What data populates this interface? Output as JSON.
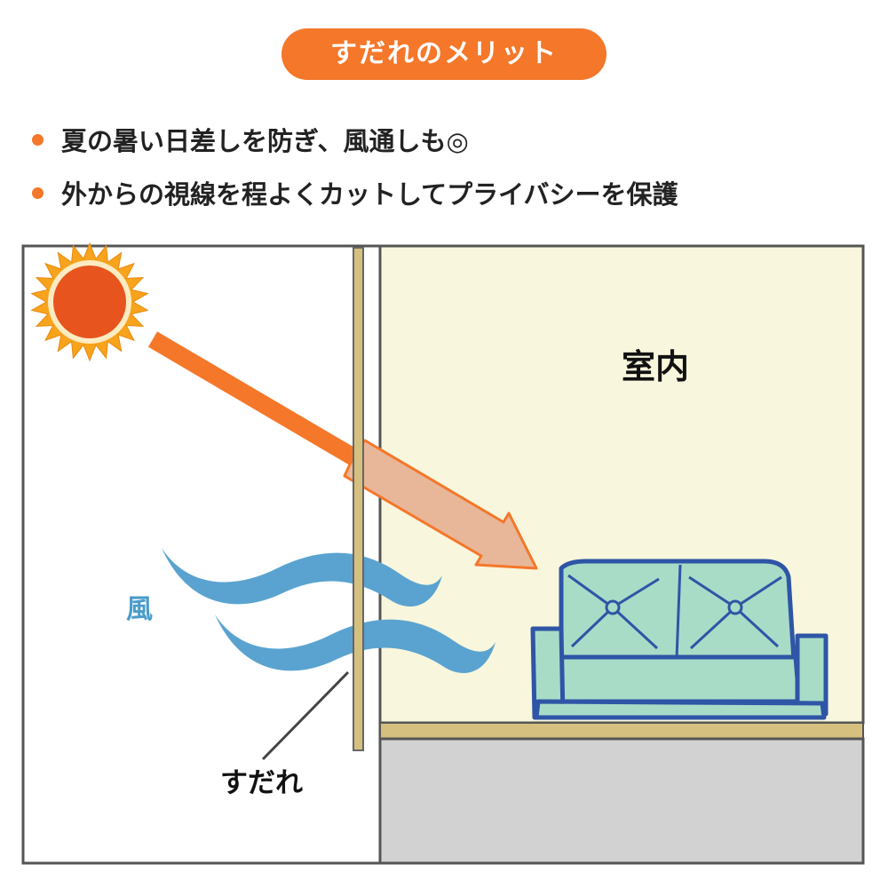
{
  "title": "すだれのメリット",
  "bullets": [
    "夏の暑い日差しを防ぎ、風通しも◎",
    "外からの視線を程よくカットしてプライバシーを保護"
  ],
  "labels": {
    "room": "室内",
    "wind": "風",
    "sudare": "すだれ"
  },
  "colors": {
    "accent": "#f4772a",
    "sun": "#e8541e",
    "sun_rays": "#f7a31c",
    "wind": "#5aa3d0",
    "room_wall": "#f8f6dc",
    "floor": "#d2d2d2",
    "sofa_fill": "#a8dcc7",
    "sofa_outline": "#2e55a6",
    "sudare": "#d6c07f"
  },
  "icons": [
    "sun-icon",
    "sunlight-arrow",
    "wind-lines",
    "sofa-icon",
    "sudare-blind"
  ]
}
